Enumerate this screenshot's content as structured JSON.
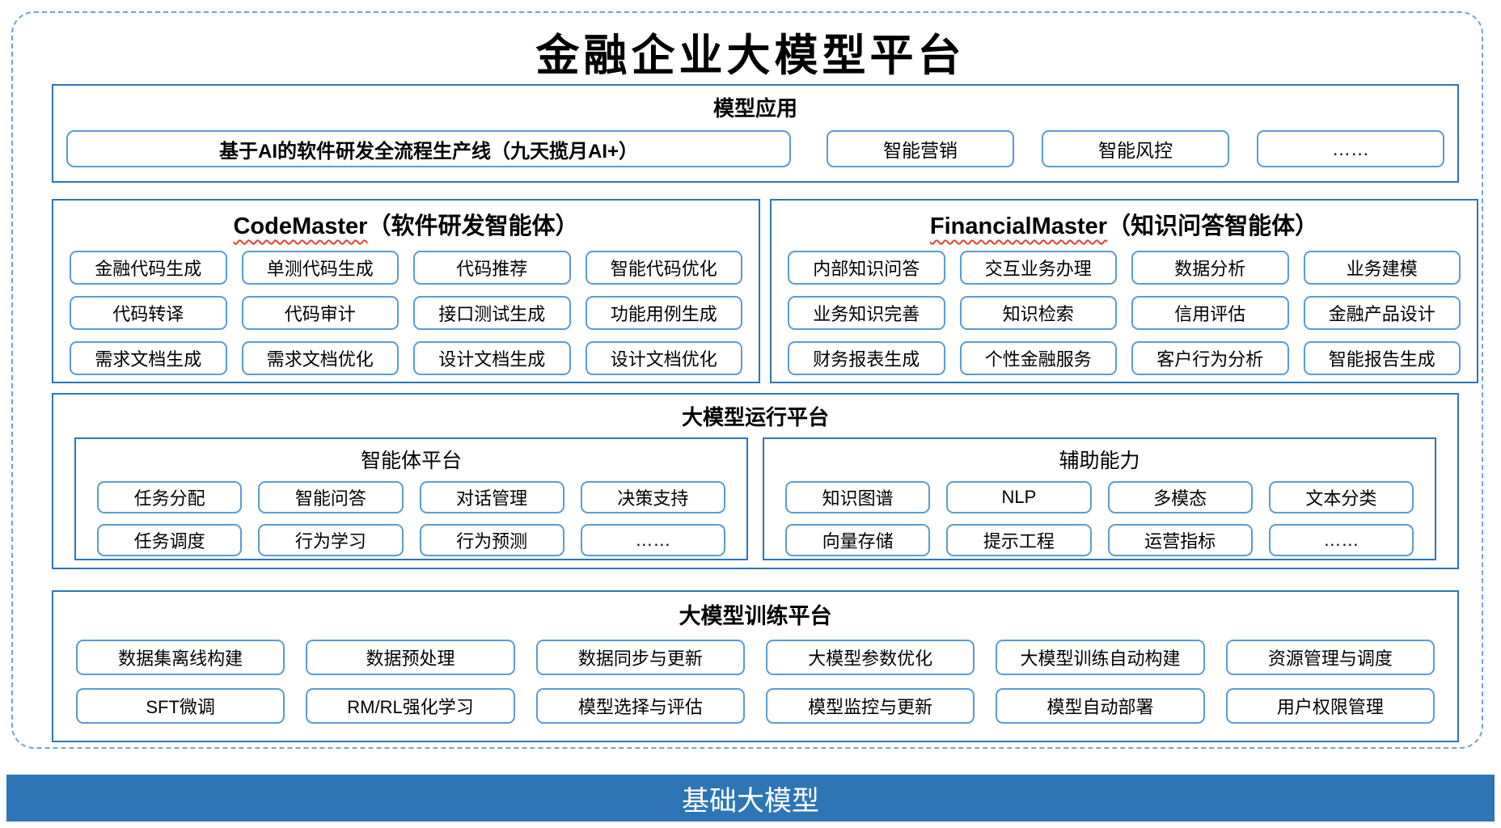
{
  "title": "金融企业大模型平台",
  "colors": {
    "section_border": "#2E75B6",
    "chip_border": "#5B9BD5",
    "dashed_border": "#6FA3DC",
    "foundation_bar": "#2E75B6",
    "squiggle_underline": "#E8402A"
  },
  "sections": {
    "model_app": {
      "header": "模型应用",
      "pipeline": "基于AI的软件研发全流程生产线（九天揽月AI+）",
      "items": [
        "智能营销",
        "智能风控",
        "……"
      ]
    },
    "code_master": {
      "name": "CodeMaster",
      "suffix": "（软件研发智能体）",
      "items": [
        "金融代码生成",
        "单测代码生成",
        "代码推荐",
        "智能代码优化",
        "代码转译",
        "代码审计",
        "接口测试生成",
        "功能用例生成",
        "需求文档生成",
        "需求文档优化",
        "设计文档生成",
        "设计文档优化"
      ]
    },
    "financial_master": {
      "name": "FinancialMaster",
      "suffix": "（知识问答智能体）",
      "items": [
        "内部知识问答",
        "交互业务办理",
        "数据分析",
        "业务建模",
        "业务知识完善",
        "知识检索",
        "信用评估",
        "金融产品设计",
        "财务报表生成",
        "个性金融服务",
        "客户行为分析",
        "智能报告生成"
      ]
    },
    "runtime": {
      "header": "大模型运行平台",
      "agent_platform": {
        "header": "智能体平台",
        "items": [
          "任务分配",
          "智能问答",
          "对话管理",
          "决策支持",
          "任务调度",
          "行为学习",
          "行为预测",
          "……"
        ]
      },
      "aux_ability": {
        "header": "辅助能力",
        "items": [
          "知识图谱",
          "NLP",
          "多模态",
          "文本分类",
          "向量存储",
          "提示工程",
          "运营指标",
          "……"
        ]
      }
    },
    "training": {
      "header": "大模型训练平台",
      "items": [
        "数据集离线构建",
        "数据预处理",
        "数据同步与更新",
        "大模型参数优化",
        "大模型训练自动构建",
        "资源管理与调度",
        "SFT微调",
        "RM/RL强化学习",
        "模型选择与评估",
        "模型监控与更新",
        "模型自动部署",
        "用户权限管理"
      ]
    },
    "foundation": {
      "label": "基础大模型"
    }
  }
}
